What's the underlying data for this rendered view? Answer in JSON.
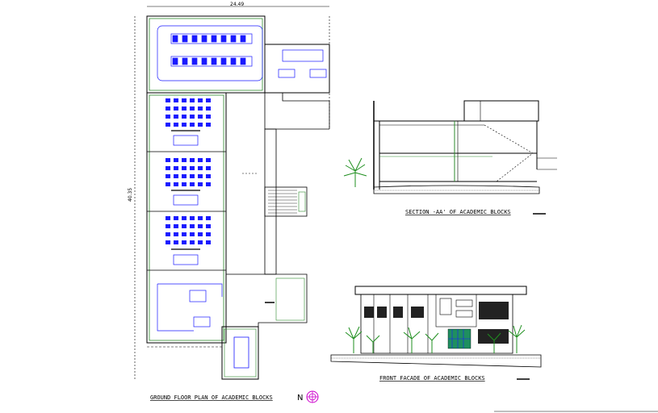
{
  "drawing": {
    "plan_title": "GROUND FLOOR PLAN OF ACADEMIC BLOCKS",
    "section_title": "SECTION -AA' OF ACADEMIC BLOCKS",
    "facade_title": "FRONT FACADE OF ACADEMIC BLOCKS",
    "north_label": "N",
    "dim_width": "24.49",
    "dim_height": "40.35"
  },
  "colors": {
    "line": "#000000",
    "wall_green": "#2e8b2e",
    "furniture_blue": "#1a1aff",
    "north_magenta": "#cc00cc",
    "plant_green": "#1f8f1f"
  }
}
